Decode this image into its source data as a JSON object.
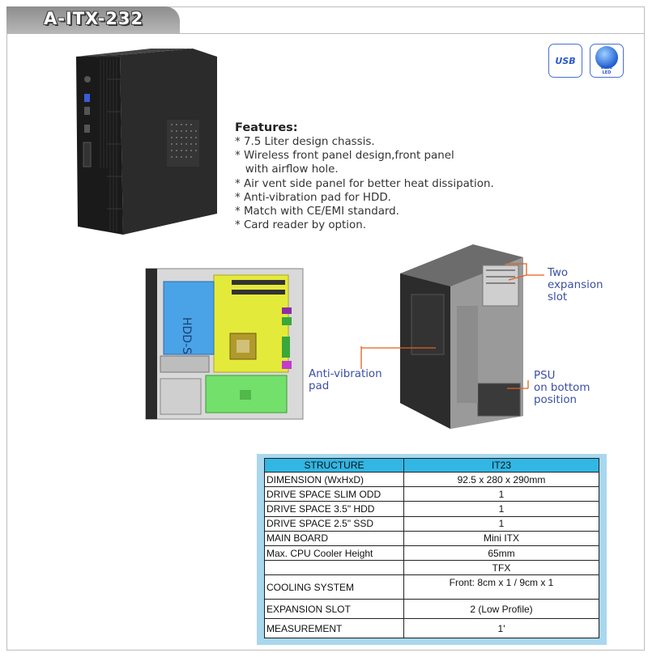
{
  "title": "A-ITX-232",
  "badges": {
    "usb_label": "USB",
    "led_label_1": "BLUE",
    "led_label_2": "LED"
  },
  "features": {
    "heading": "Features:",
    "items": [
      "* 7.5 Liter design chassis.",
      "* Wireless front panel design,front panel",
      "   with airflow hole.",
      "* Air vent side panel for better heat dissipation.",
      "* Anti-vibration pad for HDD.",
      "* Match with CE/EMI standard.",
      "* Card reader by option."
    ]
  },
  "callouts": {
    "expansion_1": "Two",
    "expansion_2": "expansion",
    "expansion_3": "slot",
    "anti_1": "Anti-vibration",
    "anti_2": "pad",
    "psu_1": "PSU",
    "psu_2": "on bottom",
    "psu_3": "position",
    "hdd_label": "HDD-S"
  },
  "spec_table": {
    "headers": [
      "STRUCTURE",
      "IT23"
    ],
    "rows": [
      [
        "DIMENSION (WxHxD)",
        "92.5 x 280 x 290mm"
      ],
      [
        "DRIVE SPACE SLIM ODD",
        "1"
      ],
      [
        "DRIVE SPACE 3.5\" HDD",
        "1"
      ],
      [
        "DRIVE SPACE 2.5\" SSD",
        "1"
      ],
      [
        "MAIN BOARD",
        "Mini ITX"
      ],
      [
        "Max. CPU Cooler Height",
        "65mm"
      ],
      [
        "",
        "TFX"
      ],
      [
        "COOLING SYSTEM",
        "Front: 8cm x 1 /  9cm x 1"
      ],
      [
        "EXPANSION SLOT",
        "2 (Low Profile)"
      ],
      [
        "MEASUREMENT",
        "1'"
      ]
    ]
  },
  "colors": {
    "callout_text": "#3b4ea6",
    "callout_line": "#e0621e",
    "table_header": "#32b6e3",
    "table_frame": "#a9d7ee",
    "board_yellow": "#e4ea3a",
    "hdd_blue": "#4aa3e6",
    "psu_green": "#74e06c"
  }
}
